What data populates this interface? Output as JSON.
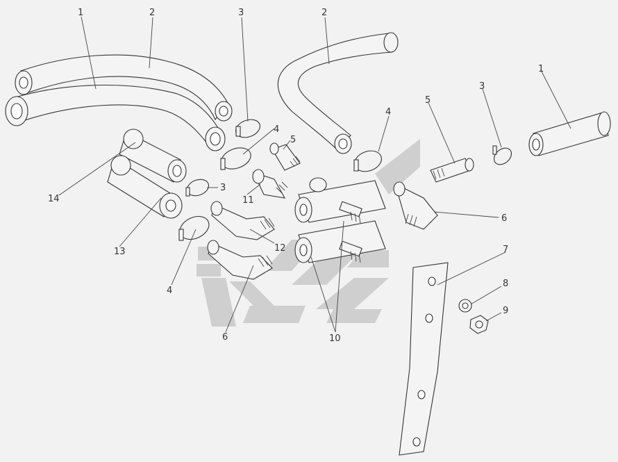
{
  "diagram": {
    "background": "#f2f2f2",
    "watermark_color": "#c9c9c9",
    "callouts": [
      {
        "id": "c1a",
        "text": "1"
      },
      {
        "id": "c2a",
        "text": "2"
      },
      {
        "id": "c3a",
        "text": "3"
      },
      {
        "id": "c2b",
        "text": "2"
      },
      {
        "id": "c4a",
        "text": "4"
      },
      {
        "id": "c5a",
        "text": "5"
      },
      {
        "id": "c5b",
        "text": "5"
      },
      {
        "id": "c3b",
        "text": "3"
      },
      {
        "id": "c1b",
        "text": "1"
      },
      {
        "id": "c4b",
        "text": "4"
      },
      {
        "id": "c3c",
        "text": "3"
      },
      {
        "id": "c11",
        "text": "11"
      },
      {
        "id": "c14",
        "text": "14"
      },
      {
        "id": "c13",
        "text": "13"
      },
      {
        "id": "c12",
        "text": "12"
      },
      {
        "id": "c6a",
        "text": "6"
      },
      {
        "id": "c4c",
        "text": "4"
      },
      {
        "id": "c6b",
        "text": "6"
      },
      {
        "id": "c10",
        "text": "10"
      },
      {
        "id": "c7",
        "text": "7"
      },
      {
        "id": "c8",
        "text": "8"
      },
      {
        "id": "c9",
        "text": "9"
      }
    ]
  }
}
